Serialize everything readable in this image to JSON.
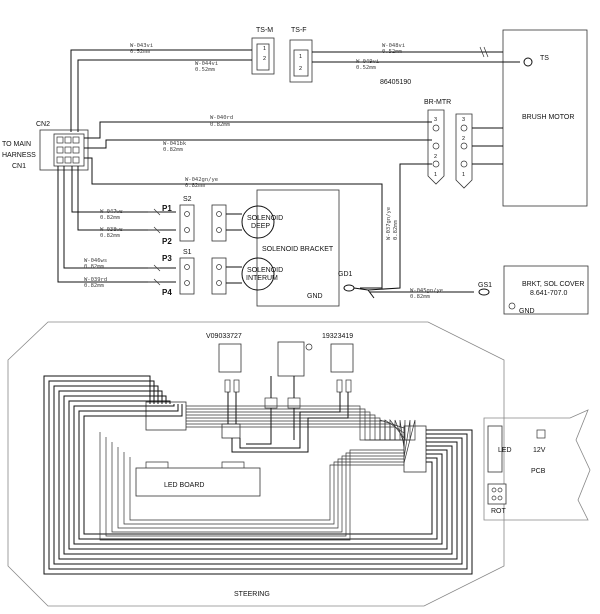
{
  "top": {
    "ts_m": "TS-M",
    "ts_f": "TS-F",
    "ts": "TS",
    "part_86405190": "86405190",
    "to_main_harness": [
      "TO MAIN",
      "HARNESS",
      "CN1"
    ],
    "cn2": "CN2",
    "br_mtr": "BR-MTR",
    "brush_motor": "BRUSH MOTOR",
    "s1": "S1",
    "s2": "S2",
    "p1": "P1",
    "p2": "P2",
    "p3": "P3",
    "p4": "P4",
    "solenoid_deep": [
      "SOLENOID",
      "DEEP"
    ],
    "solenoid_bracket": "SOLENOID BRACKET",
    "solenoid_interum": [
      "SOLENOID",
      "INTERUM"
    ],
    "gnd": "GND",
    "gd1": "GD1",
    "gs1": "GS1",
    "brkt_sol_cover": "BRKT, SOL COVER",
    "part_8641": "8.641-707.0",
    "gnd2": "GND",
    "wires": {
      "w1": "W-043vi",
      "w1b": "0.52mm",
      "w2": "W-044vi",
      "w2b": "0.52mm",
      "w3": "W-048vi",
      "w3b": "0.52mm",
      "w4": "W-049vi",
      "w4b": "0.52mm",
      "w5": "W-040rd",
      "w5b": "0.82mm",
      "w6": "W-041bk",
      "w6b": "0.82mm",
      "w7": "W-042gn/ye",
      "w7b": "0.82mm",
      "w8": "W-047ws",
      "w8b": "0.82mm",
      "w9": "W-038ws",
      "w9b": "0.82mm",
      "w10": "W-046ws",
      "w10b": "0.82mm",
      "w11": "W-039rd",
      "w11b": "0.82mm",
      "w12": "W-037gn/ye",
      "w12b": "0.82mm",
      "w13": "W-045gn/ye",
      "w13b": "0.82mm"
    }
  },
  "bottom": {
    "v09033727": "V09033727",
    "p19323419": "19323419",
    "led_board": "LED BOARD",
    "steering": "STEERING",
    "led": "LED",
    "v12": "12V",
    "pcb": "PCB",
    "rot": "ROT"
  }
}
